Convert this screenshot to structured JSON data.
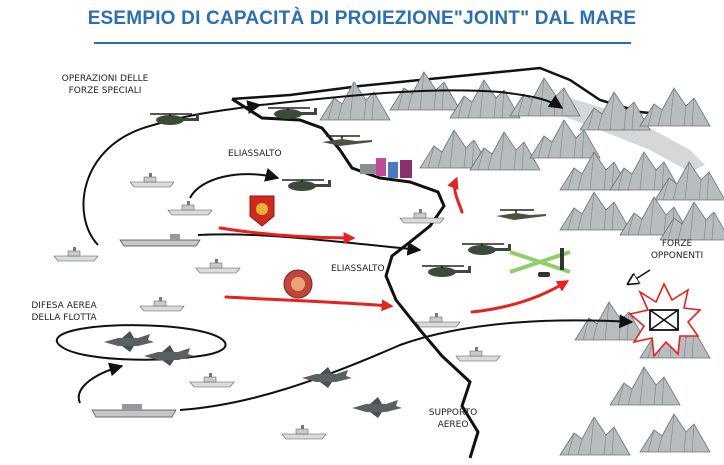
{
  "title": "ESEMPIO DI CAPACITÀ DI PROIEZIONE\"JOINT\" DAL MARE",
  "labels": {
    "special_forces": "OPERAZIONI DELLE\nFORZE SPECIALI",
    "heliborne_1": "ELIASSALTO",
    "heliborne_2": "ELIASSALTO",
    "fleet_air_defense": "DIFESA AEREA\nDELLA FLOTTA",
    "air_support": "SUPPORTO\nAEREO",
    "opposing_forces": "FORZE\nOPPONENTI"
  },
  "colors": {
    "title": "#2c6fb1",
    "assault_arrow": "#e8211d",
    "coast": "#111111",
    "mountain": "#9aa0a4",
    "road": "#d0d3d5",
    "explosion": "#e8211d"
  },
  "icons": {
    "helicopter": "helicopter-icon",
    "attack_helicopter": "attack-helicopter-icon",
    "ship": "ship-icon",
    "carrier": "carrier-icon",
    "jet": "harrier-jet-icon",
    "emblem_1": "marine-badge-icon",
    "emblem_2": "brigade-emblem-icon",
    "objective": "enemy-position-icon"
  }
}
